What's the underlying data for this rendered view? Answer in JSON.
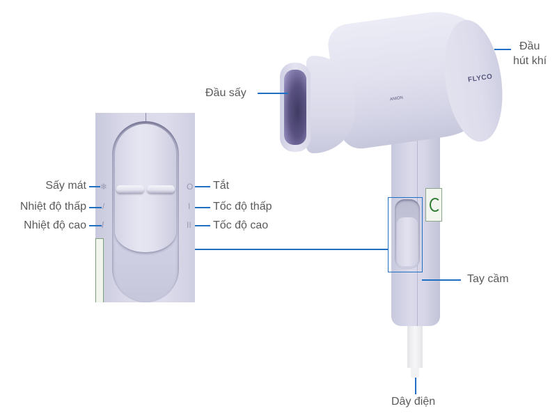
{
  "diagram": {
    "subject": "Hair dryer",
    "brand_mark": "FLYCO",
    "body_mark": "ANION",
    "leader_color": "#1f6fc5",
    "label_color": "#5a5a5a",
    "product_color": "#dcdcec"
  },
  "callouts": {
    "nozzle": "Đầu sấy",
    "air_intake_line1": "Đầu",
    "air_intake_line2": "hút khí",
    "handle": "Tay cầm",
    "cord": "Dây điện"
  },
  "switch_inset": {
    "left_labels": [
      {
        "label": "Sấy mát",
        "icon": "snowflake-icon"
      },
      {
        "label": "Nhiệt độ thấp",
        "icon": "heat-low-icon"
      },
      {
        "label": "Nhiệt độ cao",
        "icon": "heat-high-icon"
      }
    ],
    "right_labels": [
      {
        "label": "Tắt",
        "icon": "off-circle-icon",
        "glyph": "O"
      },
      {
        "label": "Tốc độ thấp",
        "icon": "speed-low-icon",
        "glyph": "I"
      },
      {
        "label": "Tốc độ cao",
        "icon": "speed-high-icon",
        "glyph": "II"
      }
    ]
  }
}
